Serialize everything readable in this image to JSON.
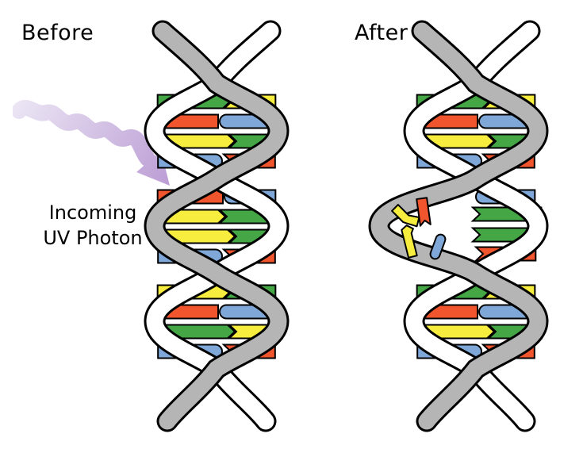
{
  "title": "DNA UV mutation diagram",
  "labels": {
    "before": "Before",
    "after": "After",
    "photon_line1": "Incoming",
    "photon_line2": "UV Photon"
  },
  "colors": {
    "background": "#ffffff",
    "text": "#000000",
    "outline": "#000000",
    "strand_gray": "#b5b5b5",
    "strand_white": "#ffffff",
    "base_green": "#44a644",
    "base_red": "#f1552d",
    "base_yellow": "#f6ed3e",
    "base_blue": "#7fa8d9",
    "arrow_light": "#ece7f5",
    "arrow_dark": "#bb9cd4"
  },
  "helix_before": {
    "name": "intact DNA double helix",
    "eyes": [
      {
        "pairs": [
          [
            "green",
            "yellow"
          ],
          [
            "red",
            "blue"
          ],
          [
            "yellow",
            "green"
          ],
          [
            "blue",
            "red"
          ]
        ]
      },
      {
        "pairs": [
          [
            "red",
            "blue"
          ],
          [
            "yellow",
            "green"
          ],
          [
            "yellow",
            "green"
          ],
          [
            "blue",
            "red"
          ]
        ]
      },
      {
        "pairs": [
          [
            "yellow",
            "green"
          ],
          [
            "red",
            "blue"
          ],
          [
            "green",
            "yellow"
          ],
          [
            "blue",
            "red"
          ]
        ]
      }
    ]
  },
  "helix_after": {
    "name": "UV-damaged DNA double helix",
    "eyes": [
      {
        "pairs": [
          [
            "green",
            "yellow"
          ],
          [
            "red",
            "blue"
          ],
          [
            "yellow",
            "green"
          ],
          [
            "blue",
            "red"
          ]
        ]
      },
      {
        "damaged": true,
        "right_halves": [
          "blue",
          "green",
          "green",
          "red"
        ],
        "detached_pieces": [
          {
            "color": "yellow",
            "shape": "bent"
          },
          {
            "color": "red",
            "shape": "notched"
          },
          {
            "color": "yellow",
            "shape": "bent2"
          },
          {
            "color": "blue",
            "shape": "pill"
          }
        ]
      },
      {
        "pairs": [
          [
            "green",
            "yellow"
          ],
          [
            "red",
            "blue"
          ],
          [
            "yellow",
            "green"
          ],
          [
            "blue",
            "red"
          ]
        ]
      }
    ]
  }
}
